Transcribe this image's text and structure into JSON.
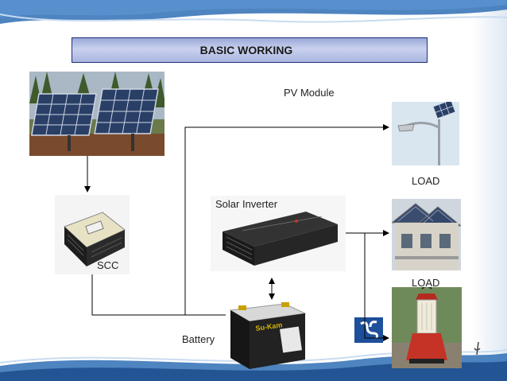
{
  "title": "BASIC WORKING",
  "labels": {
    "pv_module": "PV Module",
    "load_top": "LOAD",
    "solar_inverter": "Solar Inverter",
    "scc": "SCC",
    "load_mid": "LOAD",
    "battery": "Battery"
  },
  "battery_brand": "Su-Kam",
  "colors": {
    "title_border": "#1f2f78",
    "title_fill": "#b4bfe6",
    "arrow": "#000000",
    "wave": "#2f6fb5"
  }
}
